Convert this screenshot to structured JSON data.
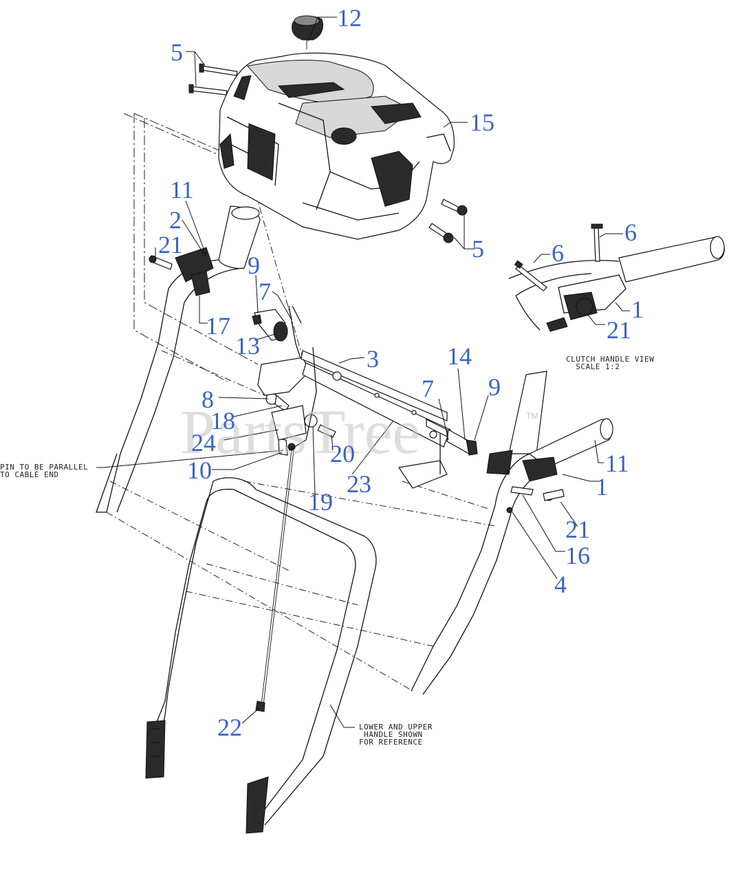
{
  "watermark": "PartsTree",
  "watermark_tm": "TM",
  "notes": {
    "clutch_view": "CLUTCH HANDLE VIEW\n  SCALE 1:2",
    "pin_parallel": "PIN TO BE PARALLEL\nTO CABLE END",
    "handle_reference": "LOWER AND UPPER\n HANDLE SHOWN\nFOR REFERENCE"
  },
  "callouts": [
    {
      "id": "c12",
      "label": "12"
    },
    {
      "id": "c5a",
      "label": "5"
    },
    {
      "id": "c15",
      "label": "15"
    },
    {
      "id": "c11a",
      "label": "11"
    },
    {
      "id": "c2",
      "label": "2"
    },
    {
      "id": "c21a",
      "label": "21"
    },
    {
      "id": "c5b",
      "label": "5"
    },
    {
      "id": "c6a",
      "label": "6"
    },
    {
      "id": "c6b",
      "label": "6"
    },
    {
      "id": "c1a",
      "label": "1"
    },
    {
      "id": "c21b",
      "label": "21"
    },
    {
      "id": "c9a",
      "label": "9"
    },
    {
      "id": "c7a",
      "label": "7"
    },
    {
      "id": "c17",
      "label": "17"
    },
    {
      "id": "c13",
      "label": "13"
    },
    {
      "id": "c3",
      "label": "3"
    },
    {
      "id": "c14",
      "label": "14"
    },
    {
      "id": "c7b",
      "label": "7"
    },
    {
      "id": "c9b",
      "label": "9"
    },
    {
      "id": "c8",
      "label": "8"
    },
    {
      "id": "c18",
      "label": "18"
    },
    {
      "id": "c24",
      "label": "24"
    },
    {
      "id": "c20",
      "label": "20"
    },
    {
      "id": "c10",
      "label": "10"
    },
    {
      "id": "c23",
      "label": "23"
    },
    {
      "id": "c19",
      "label": "19"
    },
    {
      "id": "c11b",
      "label": "11"
    },
    {
      "id": "c1b",
      "label": "1"
    },
    {
      "id": "c21c",
      "label": "21"
    },
    {
      "id": "c16",
      "label": "16"
    },
    {
      "id": "c4",
      "label": "4"
    },
    {
      "id": "c22",
      "label": "22"
    }
  ]
}
